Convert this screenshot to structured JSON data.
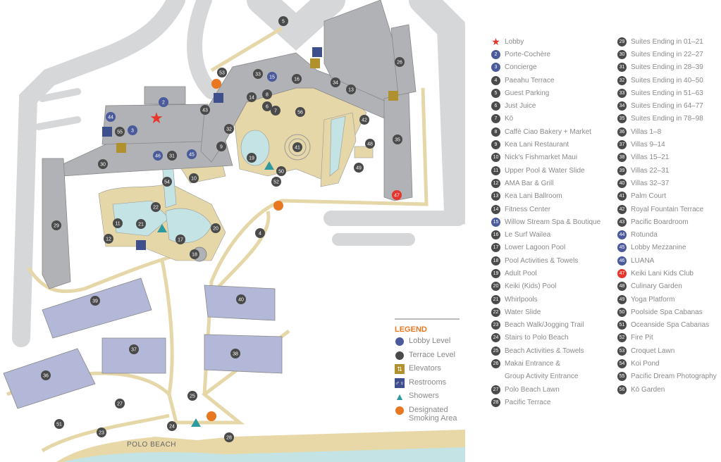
{
  "map": {
    "beach_label": "POLO BEACH"
  },
  "locations": [
    {
      "n": "1",
      "name": "Lobby",
      "level": "lobby-star"
    },
    {
      "n": "2",
      "name": "Porte-Cochère",
      "level": "lobby"
    },
    {
      "n": "3",
      "name": "Concierge",
      "level": "lobby"
    },
    {
      "n": "4",
      "name": "Paeahu Terrace",
      "level": "terrace"
    },
    {
      "n": "5",
      "name": "Guest Parking",
      "level": "terrace"
    },
    {
      "n": "6",
      "name": "Just Juice",
      "level": "terrace"
    },
    {
      "n": "7",
      "name": "Kō",
      "level": "terrace"
    },
    {
      "n": "8",
      "name": "Caffè Ciao Bakery + Market",
      "level": "terrace"
    },
    {
      "n": "9",
      "name": "Kea Lani Restaurant",
      "level": "terrace"
    },
    {
      "n": "10",
      "name": "Nick's Fishmarket Maui",
      "level": "terrace"
    },
    {
      "n": "11",
      "name": "Upper Pool & Water Slide",
      "level": "terrace"
    },
    {
      "n": "12",
      "name": "AMA Bar & Grill",
      "level": "terrace"
    },
    {
      "n": "13",
      "name": "Kea Lani Ballroom",
      "level": "terrace"
    },
    {
      "n": "14",
      "name": "Fitness Center",
      "level": "terrace"
    },
    {
      "n": "15",
      "name": "Willow Stream Spa & Boutique",
      "level": "lobby"
    },
    {
      "n": "16",
      "name": "Le Surf Wailea",
      "level": "terrace"
    },
    {
      "n": "17",
      "name": "Lower Lagoon Pool",
      "level": "terrace"
    },
    {
      "n": "18",
      "name": "Pool Activities & Towels",
      "level": "terrace"
    },
    {
      "n": "19",
      "name": "Adult Pool",
      "level": "terrace"
    },
    {
      "n": "20",
      "name": "Keiki (Kids) Pool",
      "level": "terrace"
    },
    {
      "n": "21",
      "name": "Whirlpools",
      "level": "terrace"
    },
    {
      "n": "22",
      "name": "Water Slide",
      "level": "terrace"
    },
    {
      "n": "23",
      "name": "Beach Walk/Jogging Trail",
      "level": "terrace"
    },
    {
      "n": "24",
      "name": "Stairs to Polo Beach",
      "level": "terrace"
    },
    {
      "n": "25",
      "name": "Beach Activities & Towels",
      "level": "terrace"
    },
    {
      "n": "26",
      "name": "Makai Entrance &",
      "name2": "Group Activity Entrance",
      "level": "terrace"
    },
    {
      "n": "27",
      "name": "Polo Beach Lawn",
      "level": "terrace"
    },
    {
      "n": "28",
      "name": "Pacific Terrace",
      "level": "terrace"
    },
    {
      "n": "29",
      "name": "Suites Ending in 01–21",
      "level": "terrace"
    },
    {
      "n": "30",
      "name": "Suites Ending in 22–27",
      "level": "terrace"
    },
    {
      "n": "31",
      "name": "Suites Ending in 28–39",
      "level": "terrace"
    },
    {
      "n": "32",
      "name": "Suites Ending in 40–50",
      "level": "terrace"
    },
    {
      "n": "33",
      "name": "Suites Ending in 51–63",
      "level": "terrace"
    },
    {
      "n": "34",
      "name": "Suites Ending in 64–77",
      "level": "terrace"
    },
    {
      "n": "35",
      "name": "Suites Ending in 78–98",
      "level": "terrace"
    },
    {
      "n": "36",
      "name": "Villas 1–8",
      "level": "terrace"
    },
    {
      "n": "37",
      "name": "Villas 9–14",
      "level": "terrace"
    },
    {
      "n": "38",
      "name": "Villas 15–21",
      "level": "terrace"
    },
    {
      "n": "39",
      "name": "Villas 22–31",
      "level": "terrace"
    },
    {
      "n": "40",
      "name": "Villas 32–37",
      "level": "terrace"
    },
    {
      "n": "41",
      "name": "Palm Court",
      "level": "terrace"
    },
    {
      "n": "42",
      "name": "Royal Fountain Terrace",
      "level": "terrace"
    },
    {
      "n": "43",
      "name": "Pacific Boardroom",
      "level": "terrace"
    },
    {
      "n": "44",
      "name": "Rotunda",
      "level": "lobby"
    },
    {
      "n": "45",
      "name": "Lobby Mezzanine",
      "level": "lobby"
    },
    {
      "n": "46",
      "name": "LUANA",
      "level": "lobby"
    },
    {
      "n": "47",
      "name": "Keiki Lani Kids Club",
      "level": "red"
    },
    {
      "n": "48",
      "name": "Culinary Garden",
      "level": "terrace"
    },
    {
      "n": "49",
      "name": "Yoga Platform",
      "level": "terrace"
    },
    {
      "n": "50",
      "name": "Poolside Spa Cabanas",
      "level": "terrace"
    },
    {
      "n": "51",
      "name": "Oceanside Spa Cabanas",
      "level": "terrace"
    },
    {
      "n": "52",
      "name": "Fire Pit",
      "level": "terrace"
    },
    {
      "n": "53",
      "name": "Croquet Lawn",
      "level": "terrace"
    },
    {
      "n": "54",
      "name": "Koi Pond",
      "level": "terrace"
    },
    {
      "n": "55",
      "name": "Pacific Dream Photography",
      "level": "terrace"
    },
    {
      "n": "56",
      "name": "Kō Garden",
      "level": "terrace"
    }
  ],
  "legend": {
    "title": "LEGEND",
    "items": [
      {
        "label": "Lobby Level",
        "icon": "lobby-level-dot"
      },
      {
        "label": "Terrace Level",
        "icon": "terrace-level-dot"
      },
      {
        "label": "Elevators",
        "icon": "elevator-icon"
      },
      {
        "label": "Restrooms",
        "icon": "restroom-icon"
      },
      {
        "label": "Showers",
        "icon": "shower-icon"
      },
      {
        "label": "Designated",
        "label2": "Smoking Area",
        "icon": "smoking-area-dot"
      }
    ]
  },
  "colors": {
    "lobby": "#4a5a9a",
    "terrace": "#4a4a4a",
    "red": "#e8352c",
    "smoking": "#e87722",
    "building": "#b1b2b6",
    "villa": "#b4b8d8",
    "path": "#e6d7a8",
    "water": "#c3e3e4",
    "road": "#d6d7d9"
  }
}
